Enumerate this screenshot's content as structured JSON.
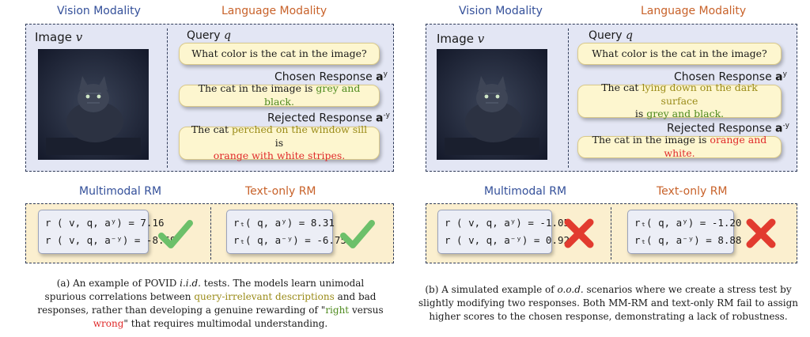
{
  "headers": {
    "vision_modality": "Vision Modality",
    "language_modality": "Language Modality",
    "multimodal_rm": "Multimodal RM",
    "text_only_rm": "Text-only RM"
  },
  "labels": {
    "image": "Image",
    "image_var": "v",
    "query": "Query",
    "query_var": "q",
    "chosen": "Chosen Response",
    "chosen_sym": "a",
    "chosen_sup": "y",
    "rejected": "Rejected Response",
    "rejected_sym": "a",
    "rejected_sup": "-y"
  },
  "panel_a": {
    "query_text": "What color is the cat in the image?",
    "chosen_prefix": "The cat in the image is ",
    "chosen_hl": "grey and black.",
    "rejected_prefix": "The cat ",
    "rejected_hl1": "perched on the window sill",
    "rejected_mid": " is",
    "rejected_hl2": "orange with white stripes.",
    "mm_score_1": "r ( v, q, aʸ) = 7.16",
    "mm_score_2": "r ( v, q, a⁻ʸ) = -8.69",
    "txt_score_1": "rₜ( q, aʸ) = 8.31",
    "txt_score_2": "rₜ( q, a⁻ʸ) = -6.75",
    "caption_1": "(a) An example of POVID ",
    "caption_iid": "i.i.d.",
    "caption_2": " tests. The models learn unimodal",
    "caption_3": "spurious correlations between ",
    "caption_hl1": "query-irrelevant descriptions",
    "caption_4": " and bad",
    "caption_5": "responses, rather than developing a genuine rewarding of \"",
    "caption_right": "right",
    "caption_6": " versus",
    "caption_wrong": "wrong",
    "caption_7": "\" that requires multimodal understanding."
  },
  "panel_b": {
    "query_text": "What color is the cat in the image?",
    "chosen_prefix": "The cat ",
    "chosen_hl1": "lying down on the dark surface",
    "chosen_mid": "is ",
    "chosen_hl2": "grey and black.",
    "rejected_prefix": "The cat in the image is ",
    "rejected_hl": "orange and white.",
    "mm_score_1": "r ( v, q, aʸ) = -1.05",
    "mm_score_2": "r ( v, q, a⁻ʸ) = 0.92",
    "txt_score_1": "rₜ( q, aʸ) = -1.20",
    "txt_score_2": "rₜ( q, a⁻ʸ) = 8.88",
    "caption_1": "(b) A simulated example of ",
    "caption_ood": "o.o.d.",
    "caption_2": " scenarios where we create a stress test by",
    "caption_3": "slightly modifying two responses. Both MM-RM and text-only RM fail to assign",
    "caption_4": "higher scores to the chosen response, demonstrating a lack of robustness."
  },
  "colors": {
    "vision_header": "#34509a",
    "language_header": "#c8622a",
    "highlight_olive": "#9a8b18",
    "highlight_green": "#4e8a1e",
    "highlight_red": "#e02a2a",
    "check_green": "#6cc06a",
    "cross_red": "#e23b2f"
  },
  "icons": {
    "correct": "checkmark-icon",
    "incorrect": "cross-icon"
  }
}
